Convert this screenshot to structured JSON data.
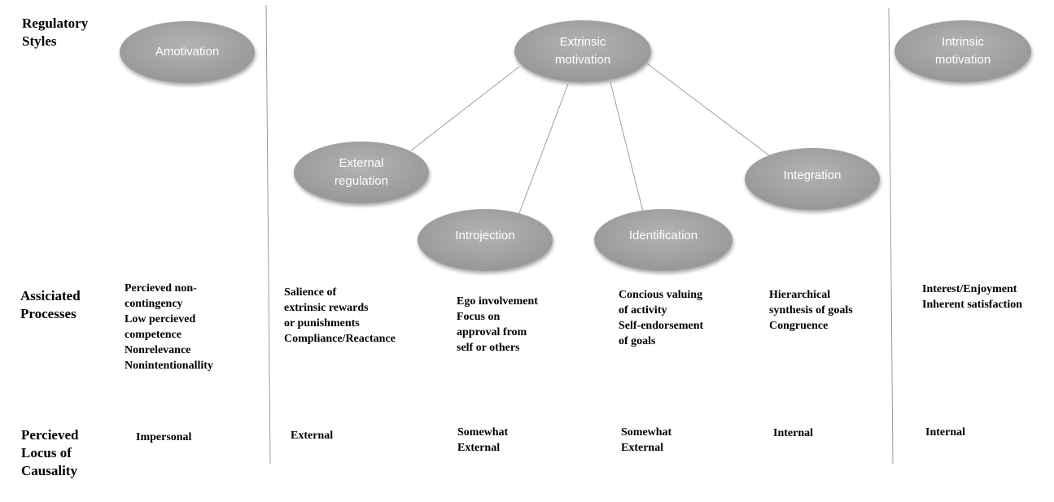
{
  "row_labels": {
    "regulatory_styles": "Regulatory\nStyles",
    "associated_processes": "Assiciated\nProcesses",
    "locus_of_causality": "Percieved\nLocus of\nCausality"
  },
  "nodes": {
    "amotivation": "Amotivation",
    "extrinsic_motivation": "Extrinsic\nmotivation",
    "intrinsic_motivation": "Intrinsic\nmotivation",
    "external_regulation": "External\nregulation",
    "introjection": "Introjection",
    "identification": "Identification",
    "integration": "Integration"
  },
  "processes": {
    "amotivation": "Percieved non-\ncontingency\nLow percieved\ncompetence\nNonrelevance\nNonintentionallity",
    "external_regulation": "Salience of\nextrinsic rewards\nor punishments\nCompliance/Reactance",
    "introjection": "Ego involvement\nFocus on\napproval from\nself or others",
    "identification": "Concious valuing\nof activity\nSelf-endorsement\nof goals",
    "integration": "Hierarchical\nsynthesis of goals\nCongruence",
    "intrinsic_motivation": "Interest/Enjoyment\nInherent satisfaction"
  },
  "locus": {
    "amotivation": "Impersonal",
    "external_regulation": "External",
    "introjection": "Somewhat\nExternal",
    "identification": "Somewhat\nExternal",
    "integration": "Internal",
    "intrinsic_motivation": "Internal"
  },
  "colors": {
    "node_fill": "#a6a6a6",
    "node_text": "#ffffff",
    "connector": "#a0a0a0",
    "divider": "#9a9a9a"
  }
}
